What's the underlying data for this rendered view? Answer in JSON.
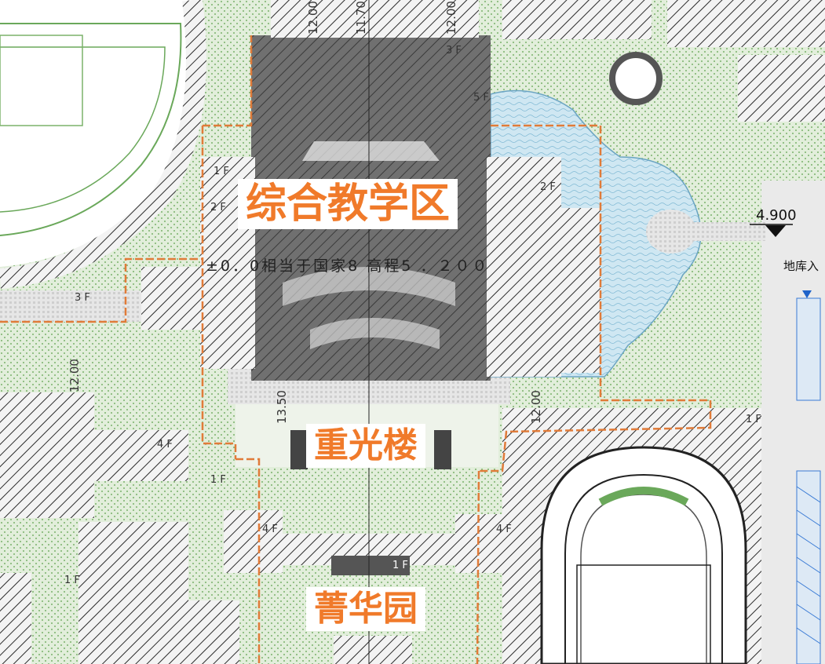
{
  "labels": {
    "comprehensive_teaching_zone": "综合教学区",
    "chongguang_building": "重光楼",
    "jinghua_garden": "菁华园"
  },
  "elevation": {
    "value": "4.900",
    "datum_note": "±0．0相当于国家8 高程5 ．２００",
    "garage_entrance": "地库入"
  },
  "floors": {
    "f1_a": "1 F",
    "f2_a": "2 F",
    "f2_b": "2 F",
    "f3_a": "3 F",
    "f4_a": "4 F",
    "f4_b": "4 F",
    "f4_c": "4 F",
    "f1_b": "1 F",
    "f1_c": "1 F",
    "f1_d": "1 F",
    "f1_e": "1 F",
    "f3_b": "3 F",
    "f5": "5 F"
  },
  "dimensions": {
    "d1": "12.00",
    "d2": "11.70",
    "d3": "12.00",
    "d4": "12.00",
    "d5": "13.50",
    "d6": "12.00"
  },
  "colors": {
    "accent": "#f07a2a",
    "water": "#cfe7f2",
    "green": "#dbe9d2",
    "hatch": "#333333",
    "dark_block": "#6e6e6e",
    "boundary": "#e07b39"
  }
}
